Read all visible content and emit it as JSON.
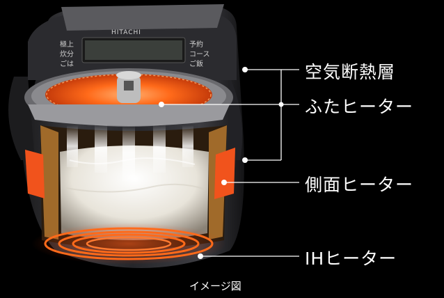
{
  "labels": {
    "insulation": "空気断熱層",
    "lid_heater": "ふたヒーター",
    "side_heater": "側面ヒーター",
    "ih_heater": "IHヒーター"
  },
  "caption": "イメージ図",
  "appliance": {
    "brand": "HITACHI",
    "panel_left": [
      "極上",
      "炊分",
      "ごは"
    ],
    "panel_right": [
      "予約",
      "コース",
      "ご飯"
    ]
  },
  "colors": {
    "background": "#000000",
    "heater_orange": "#ff6a1a",
    "heater_red": "#e83a10",
    "leader_line": "#ffffff",
    "rice": "#f2f0ea"
  }
}
